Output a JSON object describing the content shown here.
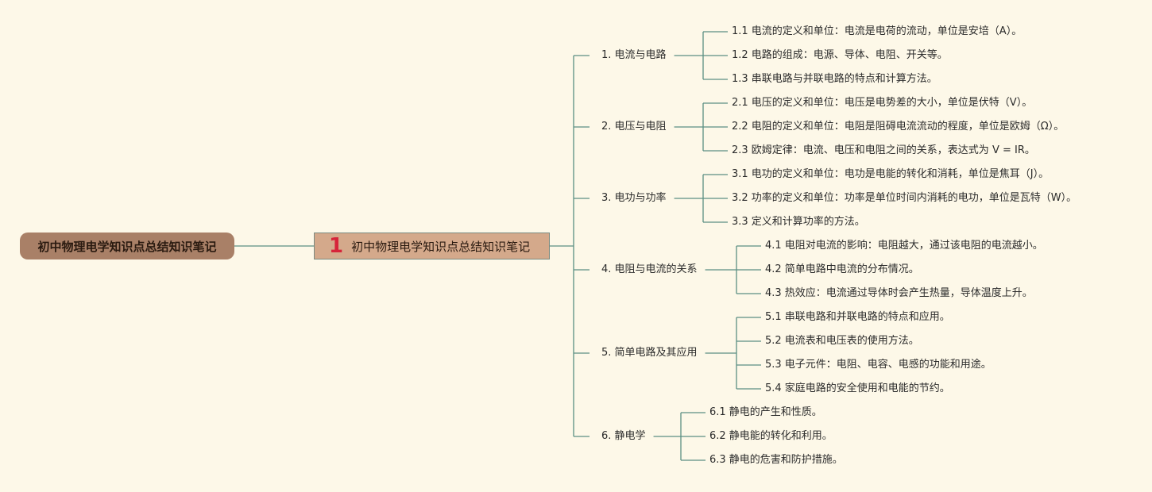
{
  "root": {
    "label": "初中物理电学知识点总结知识笔记"
  },
  "center": {
    "badge": "1",
    "label": "初中物理电学知识点总结知识笔记"
  },
  "colors": {
    "line": "#5b8f83",
    "root_bg": "#a98067",
    "center_bg": "#d4a98b",
    "badge": "#d6243a",
    "background": "#fdf8e8"
  },
  "topics": [
    {
      "label": "1. 电流与电路",
      "children": [
        "1.1 电流的定义和单位：电流是电荷的流动，单位是安培（A）。",
        "1.2 电路的组成：电源、导体、电阻、开关等。",
        "1.3 串联电路与并联电路的特点和计算方法。"
      ]
    },
    {
      "label": "2. 电压与电阻",
      "children": [
        "2.1 电压的定义和单位：电压是电势差的大小，单位是伏特（V）。",
        "2.2 电阻的定义和单位：电阻是阻碍电流流动的程度，单位是欧姆（Ω）。",
        "2.3 欧姆定律：电流、电压和电阻之间的关系，表达式为 V = IR。"
      ]
    },
    {
      "label": "3. 电功与功率",
      "children": [
        "3.1 电功的定义和单位：电功是电能的转化和消耗，单位是焦耳（J）。",
        "3.2 功率的定义和单位：功率是单位时间内消耗的电功，单位是瓦特（W）。",
        "3.3 定义和计算功率的方法。"
      ]
    },
    {
      "label": "4. 电阻与电流的关系",
      "children": [
        "4.1 电阻对电流的影响：电阻越大，通过该电阻的电流越小。",
        "4.2 简单电路中电流的分布情况。",
        "4.3 热效应：电流通过导体时会产生热量，导体温度上升。"
      ]
    },
    {
      "label": "5. 简单电路及其应用",
      "children": [
        "5.1 串联电路和并联电路的特点和应用。",
        "5.2 电流表和电压表的使用方法。",
        "5.3 电子元件：电阻、电容、电感的功能和用途。",
        "5.4 家庭电路的安全使用和电能的节约。"
      ]
    },
    {
      "label": "6. 静电学",
      "children": [
        "6.1 静电的产生和性质。",
        "6.2 静电能的转化和利用。",
        "6.3 静电的危害和防护措施。"
      ]
    }
  ]
}
